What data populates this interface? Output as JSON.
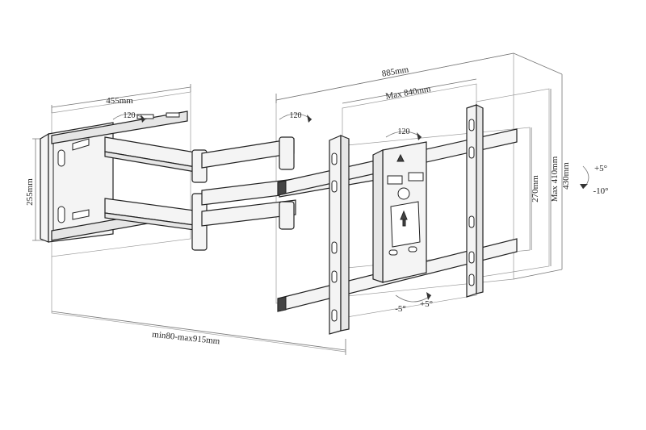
{
  "diagram": {
    "dimensions": {
      "width_wall_plate": "455mm",
      "height_wall_plate": "255mm",
      "extension": "min80-max915mm",
      "outer_width": "885mm",
      "vesa_width": "Max 840mm",
      "vesa_height_inner": "270mm",
      "vesa_height_mid": "Max 410mm",
      "vesa_height_outer": "430mm"
    },
    "swivel": {
      "wall": "120",
      "arm": "120",
      "head": "120"
    },
    "tilt": {
      "up": "+5°",
      "down": "-10°"
    },
    "rotation": {
      "left": "-5°",
      "right": "+5°"
    }
  }
}
